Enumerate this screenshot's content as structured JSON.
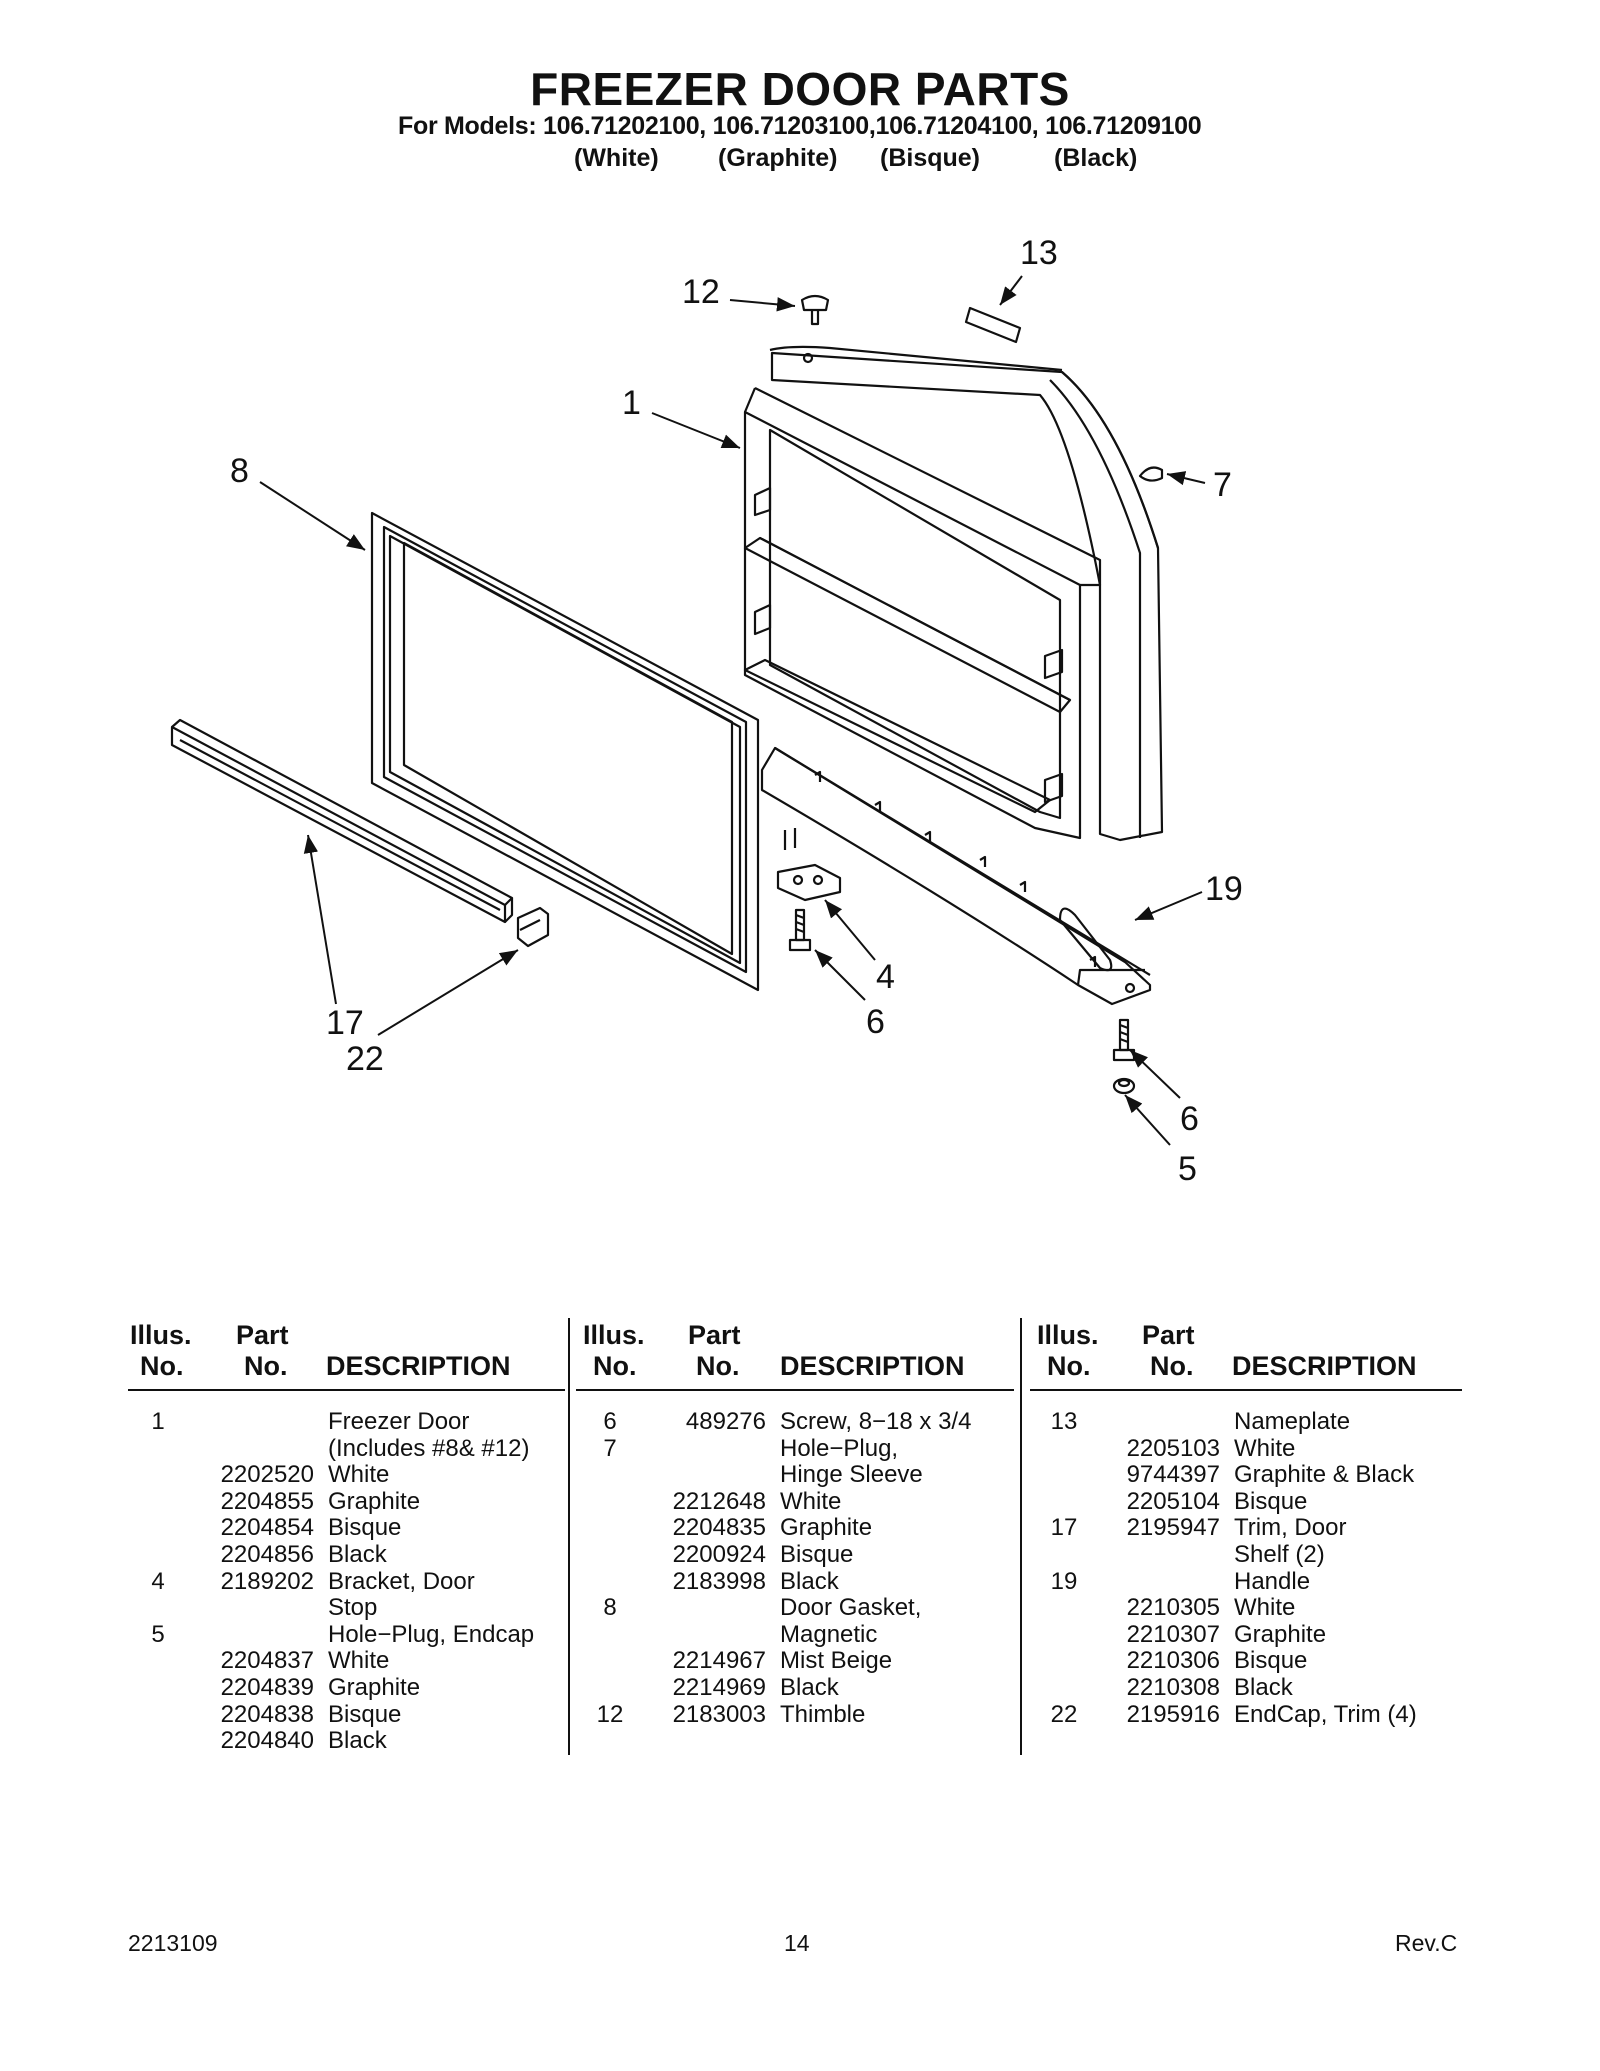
{
  "header": {
    "title": "FREEZER DOOR PARTS",
    "models": "For Models: 106.71202100, 106.71203100,106.71204100, 106.71209100",
    "colors": [
      "(White)",
      "(Graphite)",
      "(Bisque)",
      "(Black)"
    ]
  },
  "diagram": {
    "callouts": [
      "12",
      "13",
      "1",
      "8",
      "7",
      "19",
      "4",
      "6",
      "17",
      "22",
      "6",
      "5"
    ]
  },
  "table": {
    "header": {
      "illus_line1": "Illus.",
      "illus_line2": "No.",
      "part_line1": "Part",
      "part_line2": "No.",
      "description": "DESCRIPTION"
    },
    "columns": [
      [
        {
          "illus": "1",
          "part": "",
          "desc": "Freezer Door"
        },
        {
          "illus": "",
          "part": "",
          "desc": "(Includes #8& #12)"
        },
        {
          "illus": "",
          "part": "2202520",
          "desc": "White"
        },
        {
          "illus": "",
          "part": "2204855",
          "desc": "Graphite"
        },
        {
          "illus": "",
          "part": "2204854",
          "desc": "Bisque"
        },
        {
          "illus": "",
          "part": "2204856",
          "desc": "Black"
        },
        {
          "illus": "4",
          "part": "2189202",
          "desc": "Bracket, Door"
        },
        {
          "illus": "",
          "part": "",
          "desc": "Stop"
        },
        {
          "illus": "5",
          "part": "",
          "desc": "Hole−Plug, Endcap"
        },
        {
          "illus": "",
          "part": "2204837",
          "desc": "White"
        },
        {
          "illus": "",
          "part": "2204839",
          "desc": "Graphite"
        },
        {
          "illus": "",
          "part": "2204838",
          "desc": "Bisque"
        },
        {
          "illus": "",
          "part": "2204840",
          "desc": "Black"
        }
      ],
      [
        {
          "illus": "6",
          "part": "489276",
          "desc": "Screw, 8−18 x 3/4"
        },
        {
          "illus": "7",
          "part": "",
          "desc": "Hole−Plug,"
        },
        {
          "illus": "",
          "part": "",
          "desc": "Hinge Sleeve"
        },
        {
          "illus": "",
          "part": "2212648",
          "desc": "White"
        },
        {
          "illus": "",
          "part": "2204835",
          "desc": "Graphite"
        },
        {
          "illus": "",
          "part": "2200924",
          "desc": "Bisque"
        },
        {
          "illus": "",
          "part": "2183998",
          "desc": "Black"
        },
        {
          "illus": "8",
          "part": "",
          "desc": "Door Gasket,"
        },
        {
          "illus": "",
          "part": "",
          "desc": "Magnetic"
        },
        {
          "illus": "",
          "part": "2214967",
          "desc": "Mist Beige"
        },
        {
          "illus": "",
          "part": "2214969",
          "desc": "Black"
        },
        {
          "illus": "12",
          "part": "2183003",
          "desc": "Thimble"
        }
      ],
      [
        {
          "illus": "13",
          "part": "",
          "desc": "Nameplate"
        },
        {
          "illus": "",
          "part": "2205103",
          "desc": "White"
        },
        {
          "illus": "",
          "part": "9744397",
          "desc": "Graphite & Black"
        },
        {
          "illus": "",
          "part": "2205104",
          "desc": "Bisque"
        },
        {
          "illus": "17",
          "part": "2195947",
          "desc": "Trim, Door"
        },
        {
          "illus": "",
          "part": "",
          "desc": "Shelf (2)"
        },
        {
          "illus": "19",
          "part": "",
          "desc": "Handle"
        },
        {
          "illus": "",
          "part": "2210305",
          "desc": "White"
        },
        {
          "illus": "",
          "part": "2210307",
          "desc": "Graphite"
        },
        {
          "illus": "",
          "part": "2210306",
          "desc": "Bisque"
        },
        {
          "illus": "",
          "part": "2210308",
          "desc": "Black"
        },
        {
          "illus": "22",
          "part": "2195916",
          "desc": "EndCap, Trim (4)"
        }
      ]
    ]
  },
  "footer": {
    "doc_number": "2213109",
    "page": "14",
    "revision": "Rev.C"
  }
}
